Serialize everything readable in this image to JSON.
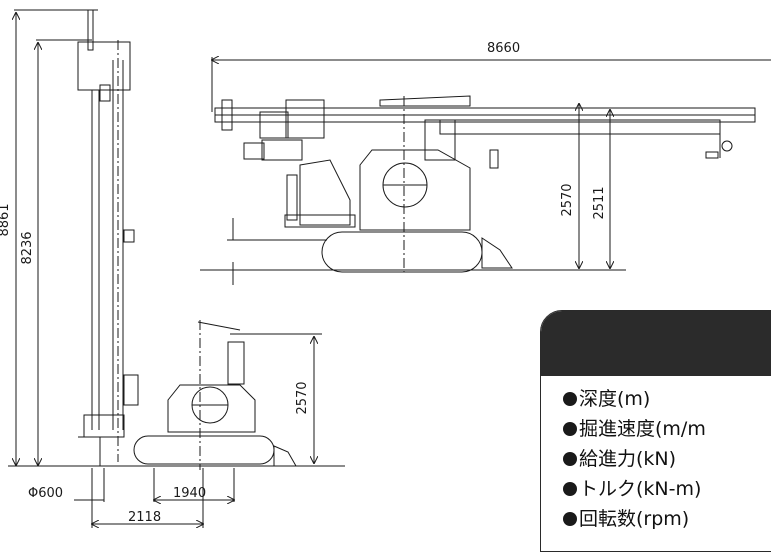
{
  "dimensions": {
    "total_length": "8660",
    "total_height": "8861",
    "mast_height": "8236",
    "cab_height_side": "2570",
    "cab_height_transport": "2570",
    "transport_height": "2511",
    "auger_diameter": "Φ600",
    "track_length": "1940",
    "tail_length": "2118"
  },
  "spec_panel": {
    "items": [
      "深度(m)",
      "掘進速度(m/m",
      "給進力(kN)",
      "トルク(kN-m)",
      "回転数(rpm)"
    ]
  },
  "colors": {
    "line": "#1a1a1a",
    "panel_header": "#2b2b2b"
  }
}
